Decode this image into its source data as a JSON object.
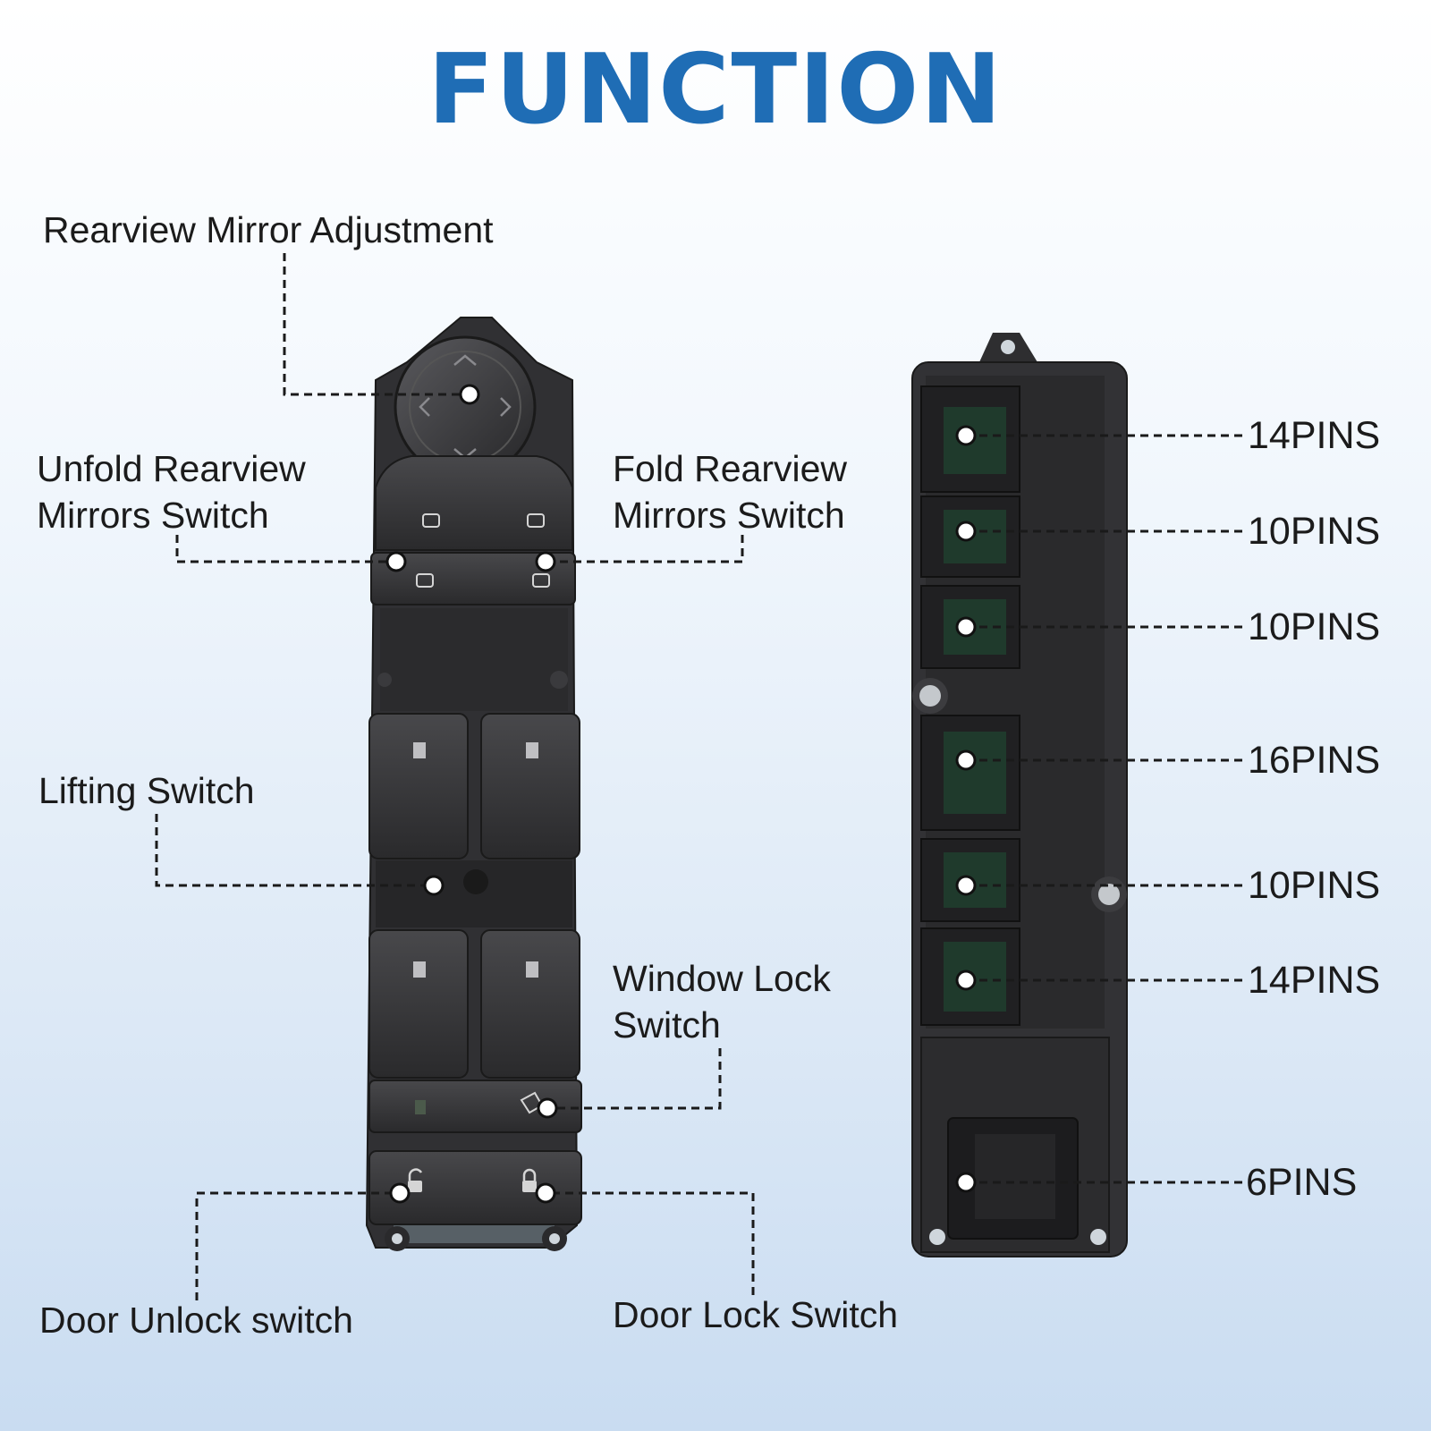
{
  "title": "FUNCTION",
  "labels": {
    "rearview_mirror_adjustment": "Rearview Mirror Adjustment",
    "unfold_line1": "Unfold Rearview",
    "unfold_line2": "Mirrors Switch",
    "fold_line1": "Fold Rearview",
    "fold_line2": "Mirrors Switch",
    "lifting_switch": "Lifting Switch",
    "window_lock_line1": "Window Lock",
    "window_lock_line2": "Switch",
    "door_unlock_switch": "Door Unlock switch",
    "door_lock_switch": "Door Lock Switch"
  },
  "connectors": [
    "14PINS",
    "10PINS",
    "10PINS",
    "16PINS",
    "10PINS",
    "14PINS",
    "6PINS"
  ],
  "colors": {
    "title": "#1f6db5",
    "housing": "#2f2f31",
    "pcb": "#1f3a2c"
  }
}
